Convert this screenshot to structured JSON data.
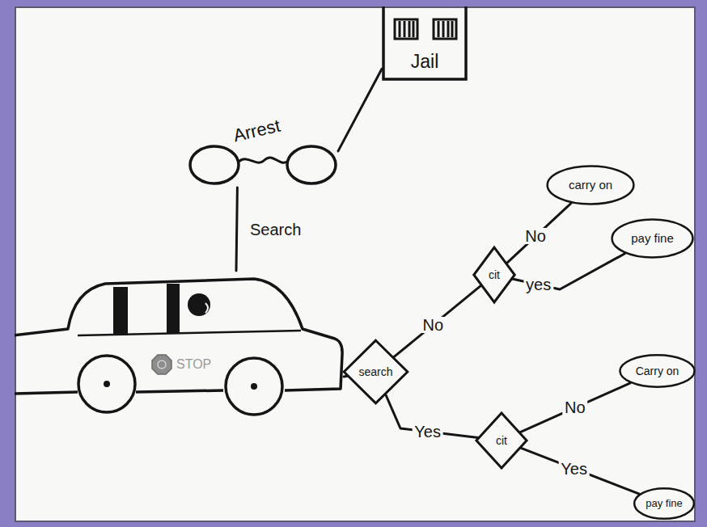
{
  "diagram": {
    "nodes": [
      {
        "text": [
          "Jail"
        ]
      },
      {
        "text": [
          "Arrest"
        ]
      },
      {
        "text": [
          "STOP"
        ]
      },
      {
        "text": [
          "search"
        ]
      },
      {
        "text": [
          "cit"
        ]
      },
      {
        "text": [
          "carry on"
        ]
      },
      {
        "text": [
          "pay fine"
        ]
      },
      {
        "text": [
          "cit"
        ]
      },
      {
        "text": [
          "Carry on"
        ]
      },
      {
        "text": [
          "pay fine"
        ]
      }
    ],
    "edges": [
      {
        "from": 2,
        "to": 1,
        "label": "Search",
        "arrow": "none"
      },
      {
        "from": 1,
        "to": 0,
        "arrow": "none"
      },
      {
        "from": 2,
        "to": 3,
        "arrow": "none"
      },
      {
        "from": 3,
        "to": 4,
        "label": "No",
        "arrow": "none"
      },
      {
        "from": 4,
        "to": 5,
        "label": "No",
        "arrow": "none"
      },
      {
        "from": 4,
        "to": 6,
        "label": "yes",
        "arrow": "none"
      },
      {
        "from": 3,
        "to": 7,
        "label": "Yes",
        "arrow": "none"
      },
      {
        "from": 7,
        "to": 8,
        "label": "No",
        "arrow": "none"
      },
      {
        "from": 7,
        "to": 9,
        "label": "Yes",
        "arrow": "none"
      }
    ]
  }
}
